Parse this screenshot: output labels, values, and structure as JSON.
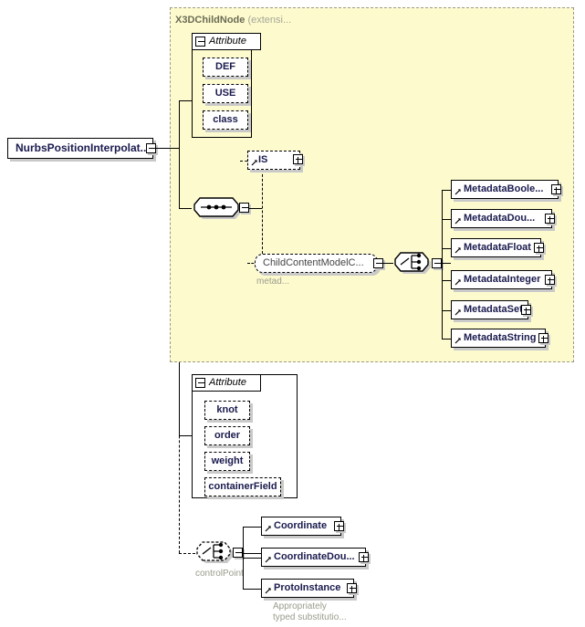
{
  "diagram": {
    "type": "xml-schema-tree",
    "root": {
      "label": "NurbsPositionInterpolat...",
      "toggle": "minus"
    },
    "extension_panel": {
      "title": "X3DChildNode",
      "title_suffix": "(extensi...",
      "background": "#fdfbce",
      "border": "#9a9a8a",
      "attribute_group": {
        "label": "Attribute",
        "toggle": "minus",
        "attributes": [
          {
            "label": "DEF"
          },
          {
            "label": "USE"
          },
          {
            "label": "class"
          }
        ]
      },
      "sequence_connector": {
        "icon": "sequence-icon",
        "toggle": "minus"
      },
      "elements": [
        {
          "label": "IS",
          "toggle": "plus",
          "style": "dashed"
        }
      ],
      "child_content_model": {
        "label": "ChildContentModelC...",
        "toggle": "minus",
        "caption": "metad...",
        "choice_connector": {
          "icon": "choice-icon",
          "toggle": "minus"
        },
        "children": [
          {
            "label": "MetadataBoole...",
            "toggle": "plus",
            "width": 118
          },
          {
            "label": "MetadataDou...",
            "toggle": "plus",
            "width": 111
          },
          {
            "label": "MetadataFloat",
            "toggle": "plus",
            "width": 99
          },
          {
            "label": "MetadataInteger",
            "toggle": "plus",
            "width": 111
          },
          {
            "label": "MetadataSet",
            "toggle": "plus",
            "width": 85
          },
          {
            "label": "MetadataString",
            "toggle": "plus",
            "width": 104
          }
        ]
      }
    },
    "local_attribute_group": {
      "label": "Attribute",
      "toggle": "minus",
      "attributes": [
        {
          "label": "knot",
          "width": 50
        },
        {
          "label": "order",
          "width": 50
        },
        {
          "label": "weight",
          "width": 50
        },
        {
          "label": "containerField",
          "width": 80
        }
      ]
    },
    "control_point_group": {
      "connector": {
        "icon": "choice-icon",
        "toggle": "minus",
        "style": "dashed"
      },
      "caption": "controlPoint",
      "children": [
        {
          "label": "Coordinate",
          "toggle": "plus",
          "width": 88
        },
        {
          "label": "CoordinateDou...",
          "toggle": "plus",
          "width": 115
        },
        {
          "label": "ProtoInstance",
          "toggle": "plus",
          "width": 102
        }
      ],
      "footnote_line1": "Appropriately",
      "footnote_line2": "typed substitutio..."
    }
  }
}
